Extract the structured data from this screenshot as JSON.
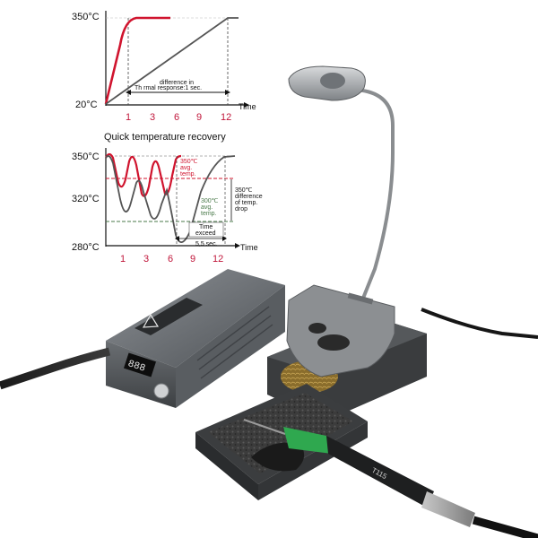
{
  "chart_top": {
    "y_labels": [
      "350°C",
      "20°C"
    ],
    "x_ticks": [
      "1",
      "3",
      "6",
      "9",
      "12"
    ],
    "x_axis_label": "Time",
    "annotation_line1": "difference in",
    "annotation_line2": "Th rmal response:1 sec."
  },
  "chart_bottom": {
    "title": "Quick temperature recovery",
    "y_labels": [
      "350°C",
      "320°C",
      "280°C"
    ],
    "x_ticks": [
      "1",
      "3",
      "6",
      "9",
      "12"
    ],
    "x_axis_label": "Time",
    "red_label": [
      "350℃",
      "avg.",
      "temp."
    ],
    "green_label": [
      "300℃",
      "avg.",
      "temp."
    ],
    "drop_label": [
      "350℃",
      "difference",
      "of temp.",
      "drop"
    ],
    "time_exceed": [
      "Time",
      "exceed"
    ],
    "exceed_value": "5,5 sec."
  },
  "product": {
    "iron_model": "T115"
  },
  "colors": {
    "red": "#d0142e",
    "gray": "#555555",
    "green_dash": "#4a7a4a",
    "grip": "#2fa84f"
  }
}
